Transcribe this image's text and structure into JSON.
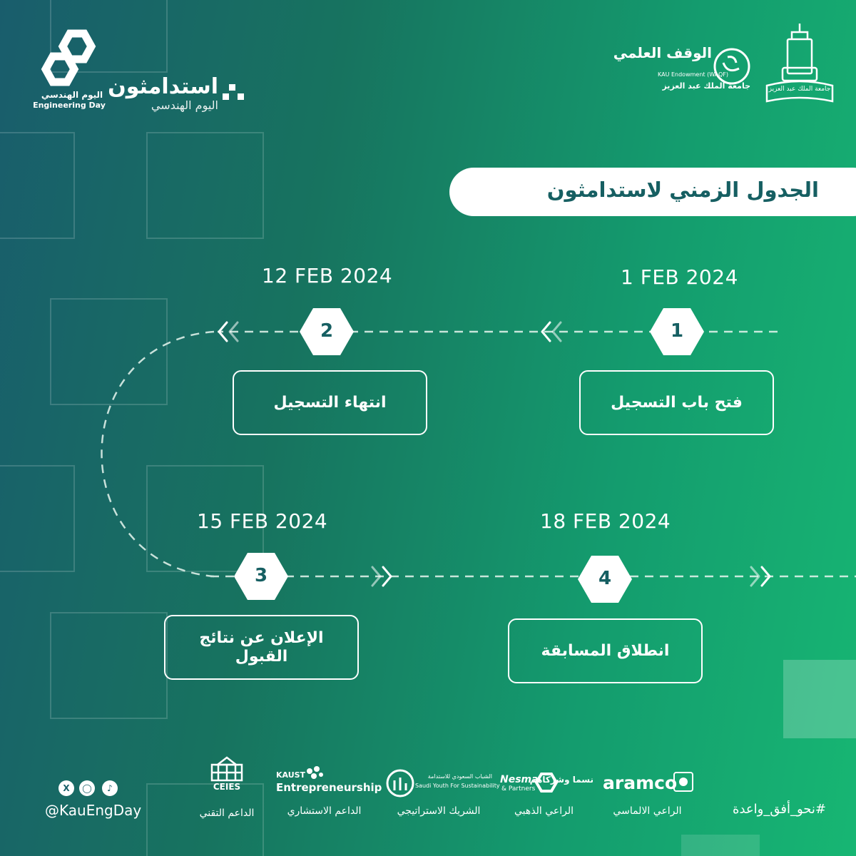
{
  "header": {
    "engineering_day_logo": {
      "arabic": "اليوم الهندسي",
      "english": "Engineering Day"
    },
    "istidamathon_logo": {
      "name": "استدامثون",
      "subtitle": "اليوم الهندسي"
    },
    "waqf_logo": {
      "arabic": "الوقف العلمي",
      "english": "KAU Endowment (WAQF)",
      "university": "جامعة الملك عبد العزيز"
    },
    "kau_logo": {
      "arabic": "جامعة الملك عبد العزيز"
    }
  },
  "title": "الجدول الزمني لاستدامثون",
  "steps": [
    {
      "number": "1",
      "date": "1 FEB 2024",
      "label": "فتح باب التسجيل"
    },
    {
      "number": "2",
      "date": "12 FEB 2024",
      "label": "انتهاء التسجيل"
    },
    {
      "number": "3",
      "date": "15 FEB 2024",
      "label": "الإعلان عن نتائج القبول"
    },
    {
      "number": "4",
      "date": "18 FEB 2024",
      "label": "انطلاق المسابقة"
    }
  ],
  "sponsors": [
    {
      "logo": "aramco",
      "role": "الراعي الالماسي"
    },
    {
      "logo_primary": "Nesma",
      "logo_secondary": "& Partners",
      "logo_arabic": "نسما وشركاهم",
      "role": "الراعي الذهبي"
    },
    {
      "logo_arabic": "الشباب السعودي للاستدامة",
      "logo_english": "Saudi Youth For Sustainability",
      "role": "الشريك الاستراتيجي"
    },
    {
      "logo_primary": "KAUST",
      "logo_secondary": "Entrepreneurship",
      "role": "الداعم الاستشاري"
    },
    {
      "logo": "CEIES",
      "role": "الداعم التقني"
    }
  ],
  "social": {
    "icons": [
      "x-icon",
      "instagram-icon",
      "tiktok-icon"
    ],
    "handle": "@KauEngDay"
  },
  "hashtag": "#نحو_أفق_واعدة",
  "colors": {
    "accent": "#165f62",
    "bg_left": "#195d6c",
    "bg_right": "#17b673"
  }
}
